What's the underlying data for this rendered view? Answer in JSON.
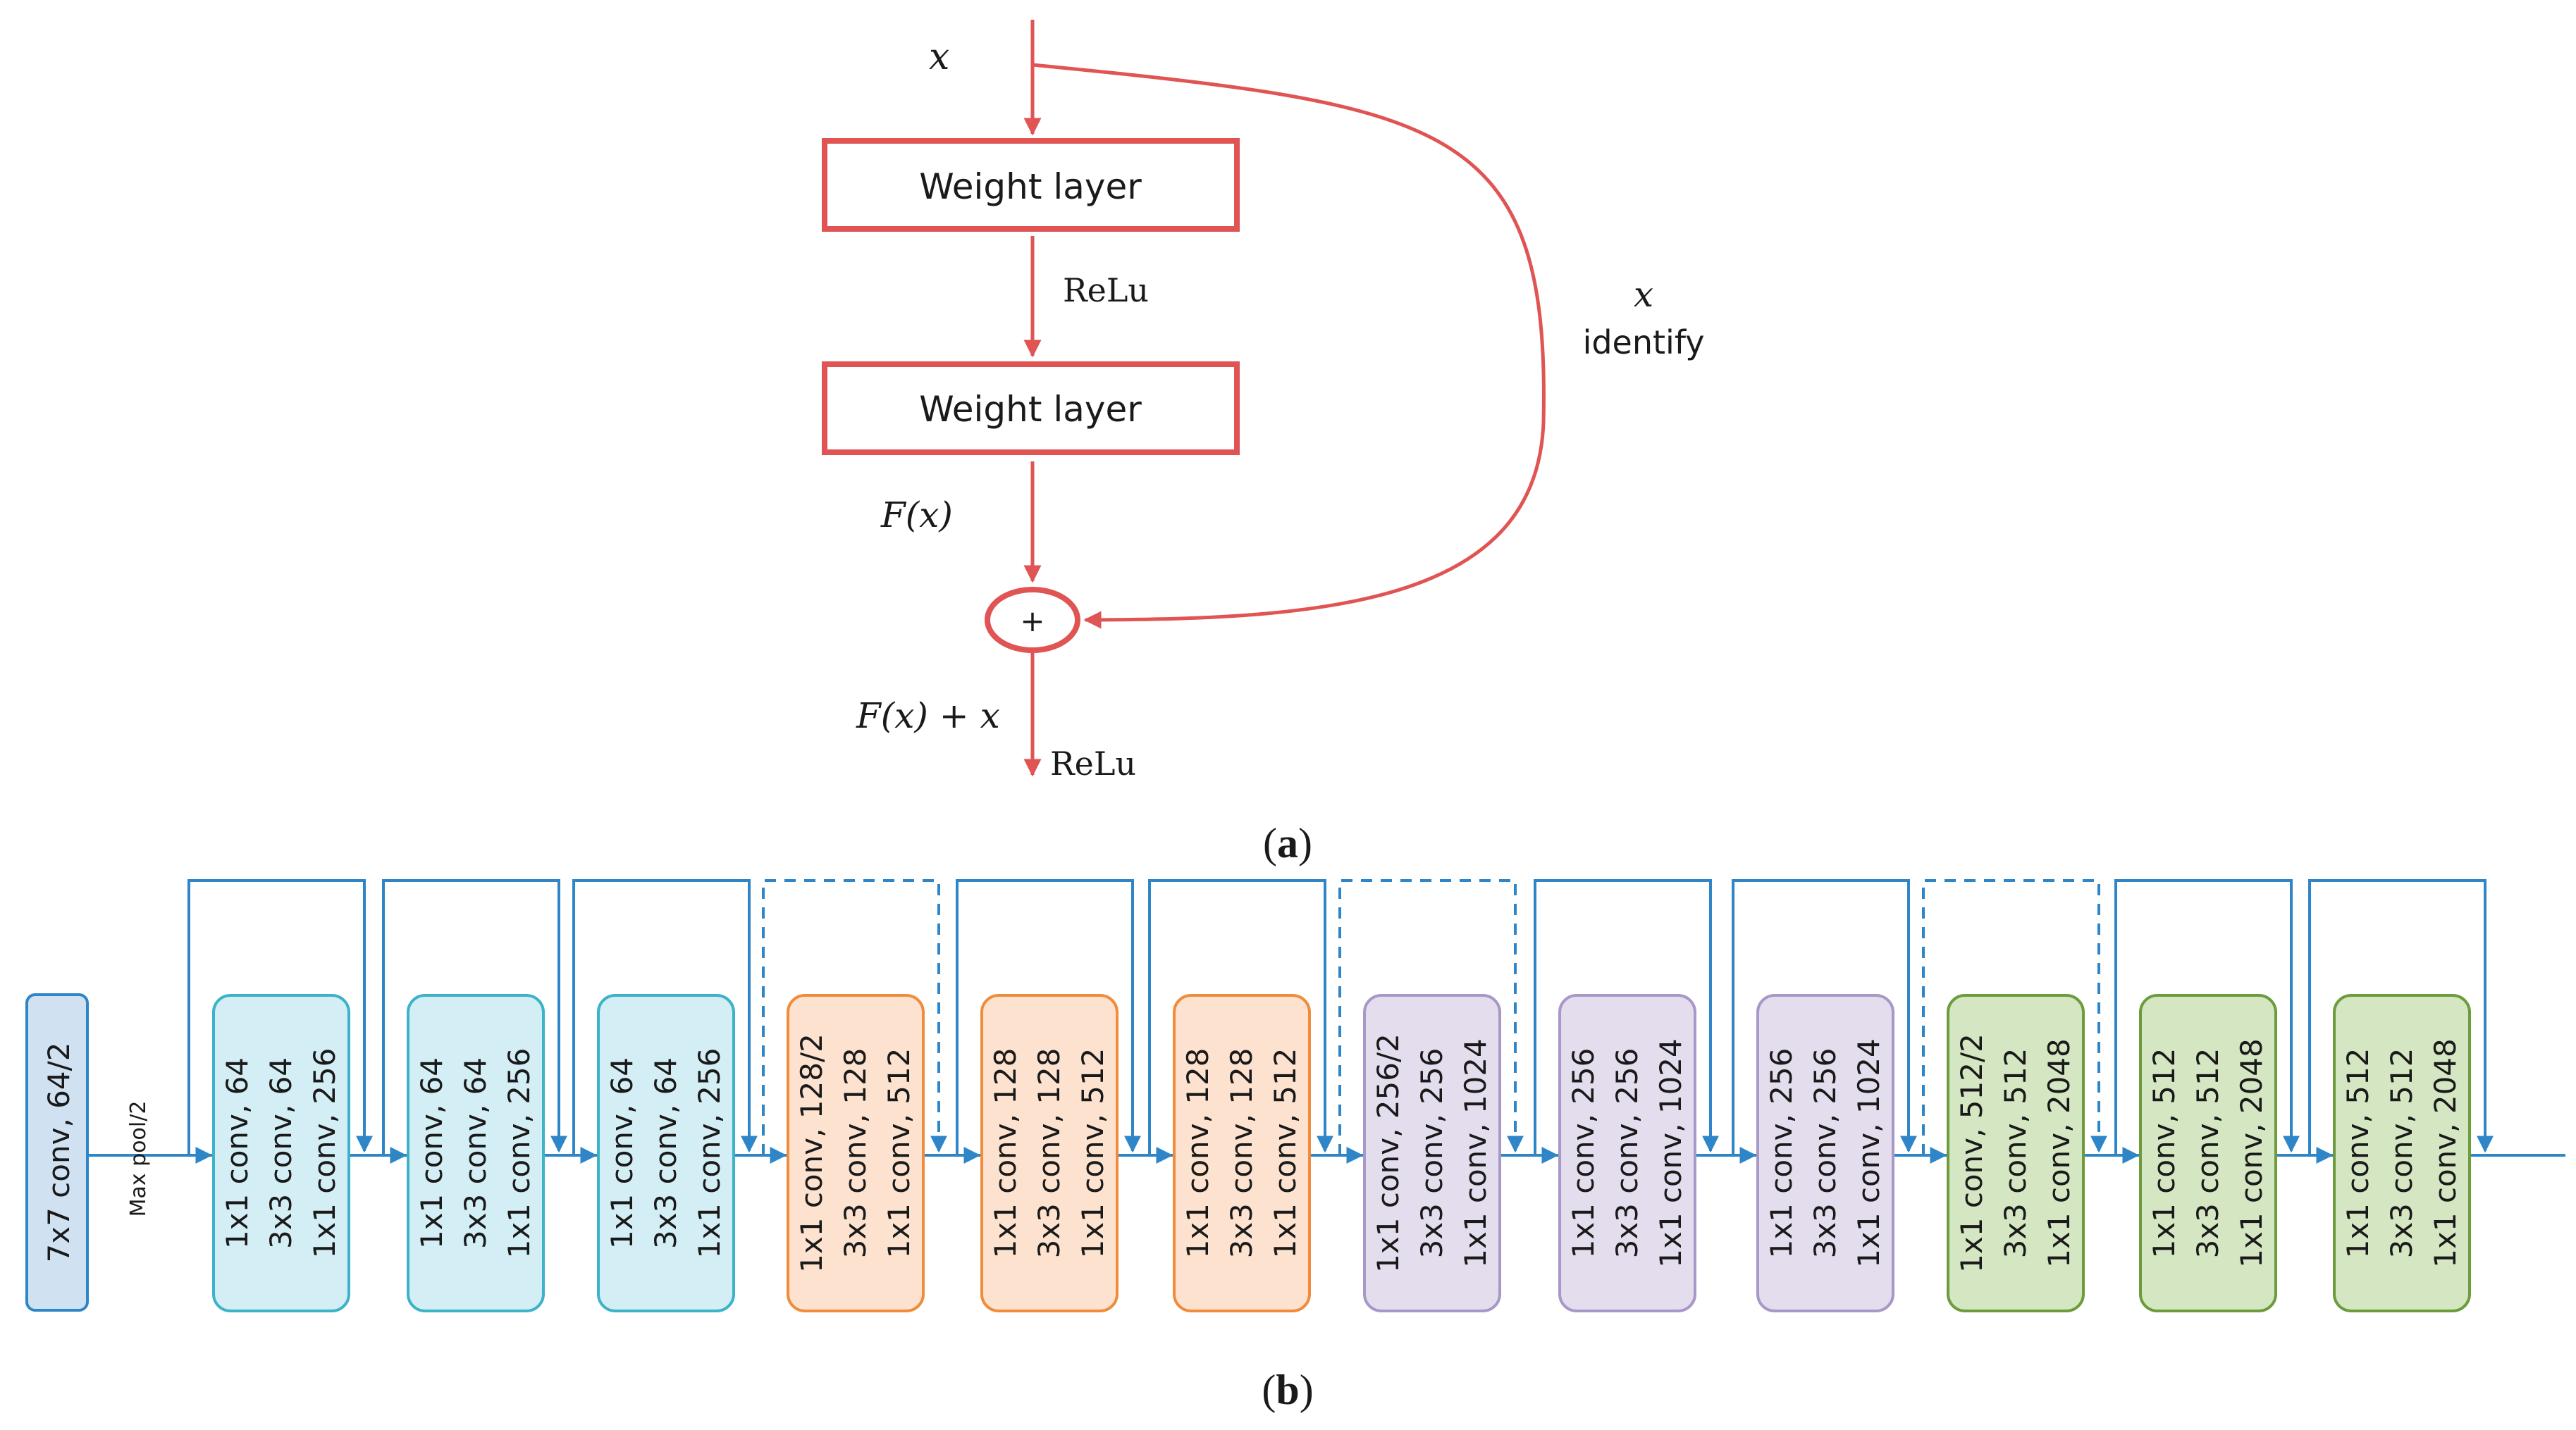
{
  "panel_a": {
    "input_label": "x",
    "weight_layer_1": "Weight layer",
    "relu_mid": "ReLu",
    "weight_layer_2": "Weight layer",
    "fx_label": "F(x)",
    "plus": "+",
    "sum_label": "F(x) + x",
    "relu_out": "ReLu",
    "skip_x": "x",
    "skip_label": "identify",
    "caption_letter": "a",
    "color": "#e05454"
  },
  "panel_b": {
    "first_block": "7x7 conv, 64/2",
    "maxpool": "Max pool/2",
    "caption_letter": "b",
    "arrow_color": "#2e86c8",
    "blocks": [
      {
        "lines": [
          "1x1 conv, 64",
          "3x3 conv, 64",
          "1x1 conv, 256"
        ],
        "fill": "#d4eef5",
        "stroke": "#3cb3c8",
        "skip": "solid"
      },
      {
        "lines": [
          "1x1 conv, 64",
          "3x3 conv, 64",
          "1x1 conv, 256"
        ],
        "fill": "#d4eef5",
        "stroke": "#3cb3c8",
        "skip": "solid"
      },
      {
        "lines": [
          "1x1 conv, 64",
          "3x3 conv, 64",
          "1x1 conv, 256"
        ],
        "fill": "#d4eef5",
        "stroke": "#3cb3c8",
        "skip": "solid"
      },
      {
        "lines": [
          "1x1 conv, 128/2",
          "3x3 conv, 128",
          "1x1 conv, 512"
        ],
        "fill": "#fde3cf",
        "stroke": "#f08c3c",
        "skip": "dashed"
      },
      {
        "lines": [
          "1x1 conv, 128",
          "3x3 conv, 128",
          "1x1 conv, 512"
        ],
        "fill": "#fde3cf",
        "stroke": "#f08c3c",
        "skip": "solid"
      },
      {
        "lines": [
          "1x1 conv, 128",
          "3x3 conv, 128",
          "1x1 conv, 512"
        ],
        "fill": "#fde3cf",
        "stroke": "#f08c3c",
        "skip": "solid"
      },
      {
        "lines": [
          "1x1 conv, 256/2",
          "3x3 conv, 256",
          "1x1 conv, 1024"
        ],
        "fill": "#e4ddee",
        "stroke": "#a898c8",
        "skip": "dashed"
      },
      {
        "lines": [
          "1x1 conv, 256",
          "3x3 conv, 256",
          "1x1 conv, 1024"
        ],
        "fill": "#e4ddee",
        "stroke": "#a898c8",
        "skip": "solid"
      },
      {
        "lines": [
          "1x1 conv, 256",
          "3x3 conv, 256",
          "1x1 conv, 1024"
        ],
        "fill": "#e4ddee",
        "stroke": "#a898c8",
        "skip": "solid"
      },
      {
        "lines": [
          "1x1 conv, 512/2",
          "3x3 conv, 512",
          "1x1 conv, 2048"
        ],
        "fill": "#d4e6c2",
        "stroke": "#6c9c3c",
        "skip": "dashed"
      },
      {
        "lines": [
          "1x1 conv, 512",
          "3x3 conv, 512",
          "1x1 conv, 2048"
        ],
        "fill": "#d4e6c2",
        "stroke": "#6c9c3c",
        "skip": "solid"
      },
      {
        "lines": [
          "1x1 conv, 512",
          "3x3 conv, 512",
          "1x1 conv, 2048"
        ],
        "fill": "#d4e6c2",
        "stroke": "#6c9c3c",
        "skip": "solid"
      }
    ]
  }
}
